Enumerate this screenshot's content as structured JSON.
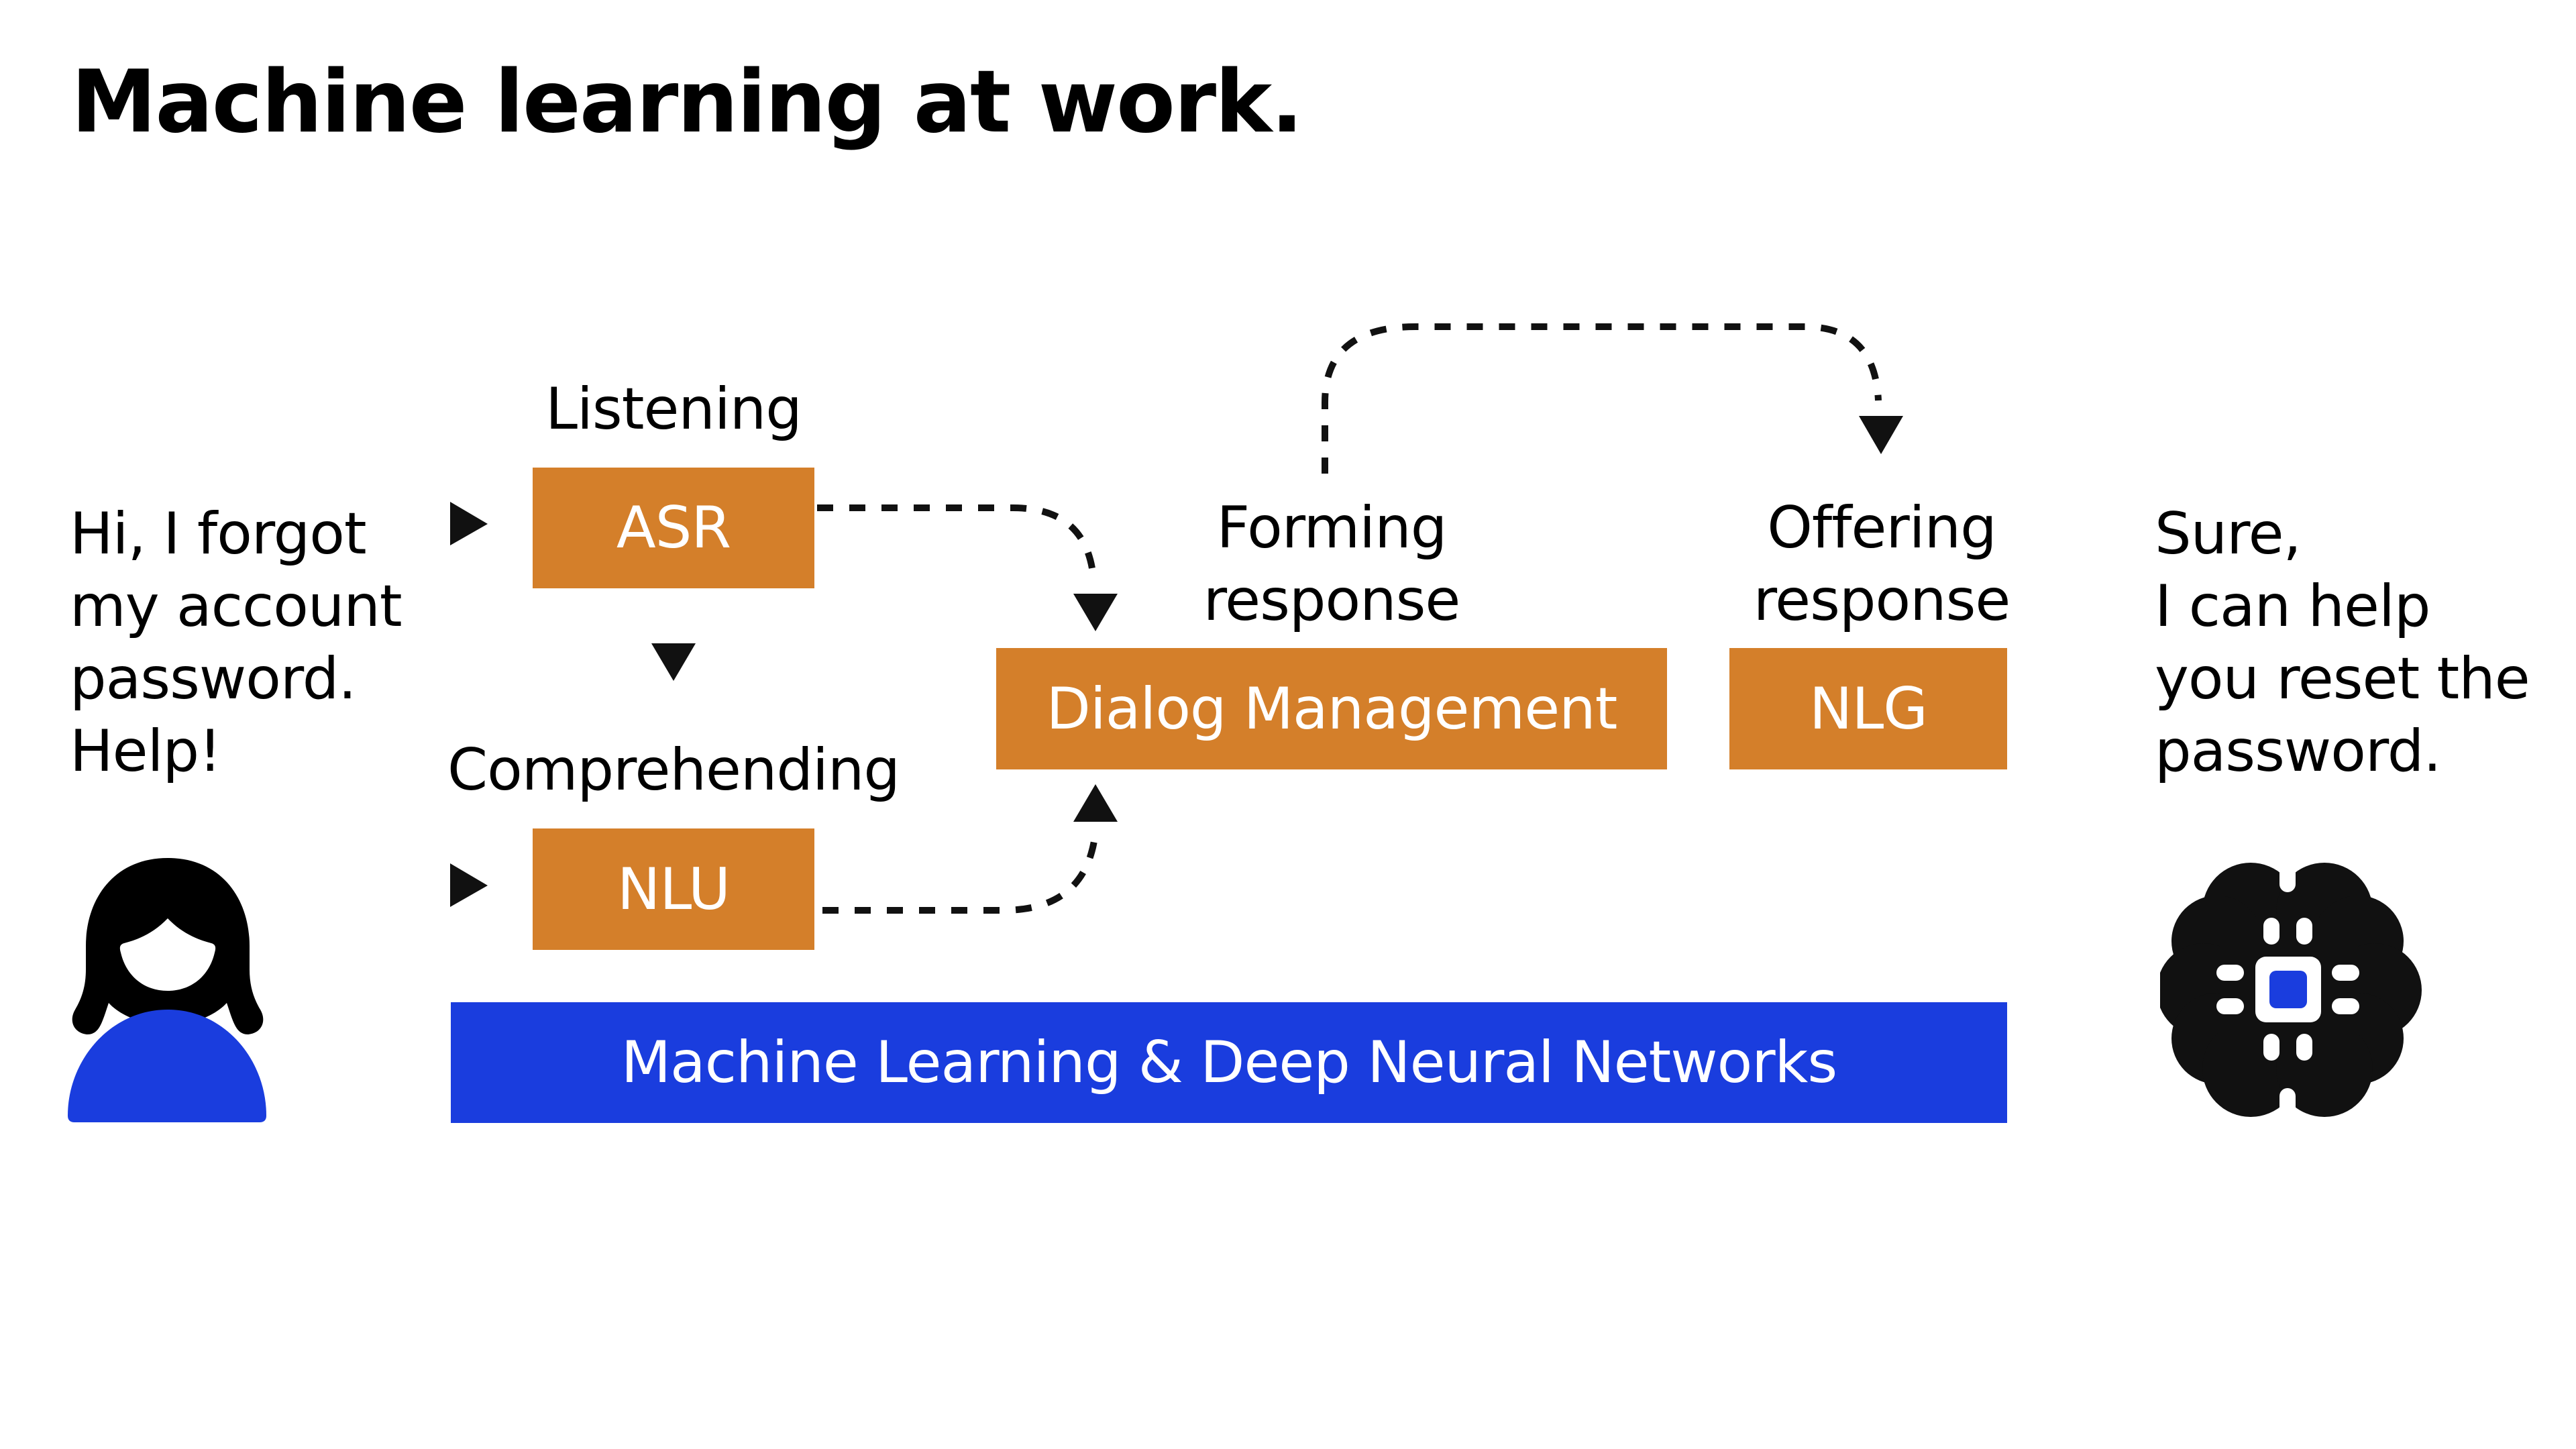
{
  "title": "Machine learning at work.",
  "user": {
    "speech": "Hi, I forgot\nmy account\npassword.\nHelp!",
    "avatar_icon": "person-icon",
    "hair_color": "#000000",
    "body_color": "#1A3DDE"
  },
  "bot": {
    "speech": "Sure,\nI can help\nyou reset the\npassword.",
    "avatar_icon": "ai-brain-chip-icon",
    "brain_color": "#111111",
    "chip_color": "#1A3DDE"
  },
  "stages": {
    "listening": "Listening",
    "comprehending": "Comprehending",
    "forming": "Forming\nresponse",
    "offering": "Offering\nresponse"
  },
  "components": {
    "asr": "ASR",
    "nlu": "NLU",
    "dialog_management": "Dialog Management",
    "nlg": "NLG",
    "foundation": "Machine Learning & Deep Neural Networks"
  },
  "colors": {
    "component": "#D47F2A",
    "foundation": "#1A3DDE",
    "arrow": "#111111"
  },
  "connections": [
    {
      "from": "input",
      "to": "ASR",
      "style": "solid-arrowhead"
    },
    {
      "from": "input",
      "to": "NLU",
      "style": "solid-arrowhead"
    },
    {
      "from": "ASR",
      "to": "NLU",
      "style": "arrowhead"
    },
    {
      "from": "ASR",
      "to": "Dialog Management",
      "style": "dashed"
    },
    {
      "from": "NLU",
      "to": "Dialog Management",
      "style": "dashed"
    },
    {
      "from": "Dialog Management",
      "to": "NLG",
      "style": "dashed"
    }
  ]
}
